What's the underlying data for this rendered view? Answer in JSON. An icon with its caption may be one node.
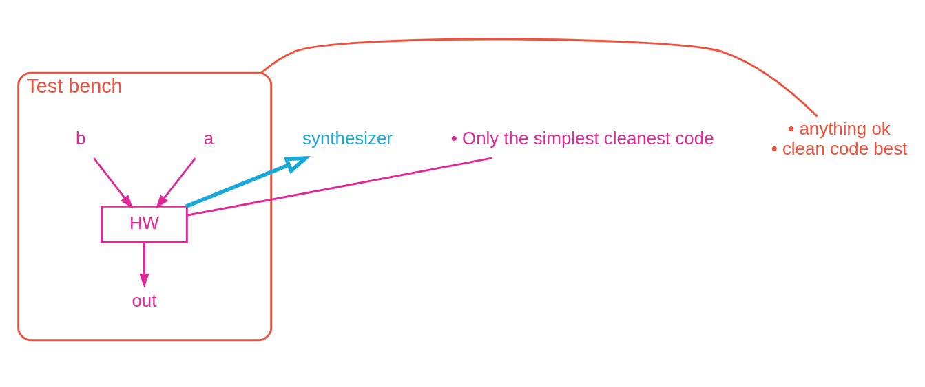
{
  "diagram": {
    "nodes": [
      {
        "text": [
          "Test bench"
        ]
      },
      {
        "text": [
          "a"
        ],
        "in": 0
      },
      {
        "text": [
          "b"
        ],
        "in": 0
      },
      {
        "text": [
          "HW"
        ],
        "in": 0
      },
      {
        "text": [
          "out"
        ],
        "in": 0
      },
      {
        "text": [
          "synthesizer"
        ]
      },
      {
        "text": [
          "• Only the simplest cleanest code"
        ]
      },
      {
        "text": [
          "• anything ok",
          "• clean code best"
        ]
      }
    ],
    "edges": [
      {
        "from": 1,
        "to": 3,
        "arrow": "to"
      },
      {
        "from": 2,
        "to": 3,
        "arrow": "to"
      },
      {
        "from": 3,
        "to": 4,
        "arrow": "to"
      },
      {
        "from": 3,
        "to": 5,
        "arrow": "to",
        "style": "thick",
        "color": "#1aa8d8"
      },
      {
        "from": 6,
        "to": 3,
        "arrow": "none"
      },
      {
        "from": 7,
        "to": 0,
        "arrow": "none",
        "color": "#f0503c"
      }
    ]
  }
}
